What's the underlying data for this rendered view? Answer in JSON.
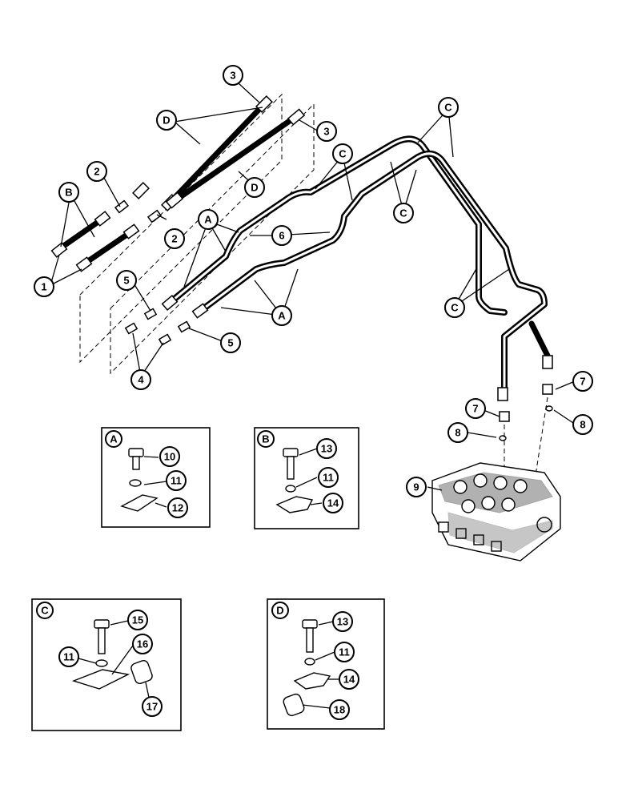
{
  "callouts": {
    "c1": "1",
    "c2": "2",
    "c3": "3",
    "c4": "4",
    "c5": "5",
    "c6": "6",
    "c7": "7",
    "c8": "8",
    "c9": "9",
    "c10": "10",
    "c11": "11",
    "c12": "12",
    "c13": "13",
    "c14": "14",
    "c15": "15",
    "c16": "16",
    "c17": "17",
    "c18": "18",
    "A": "A",
    "B": "B",
    "C": "C",
    "D": "D"
  },
  "detail_boxes": {
    "A": {
      "label": "A",
      "parts": [
        "10",
        "11",
        "12"
      ]
    },
    "B": {
      "label": "B",
      "parts": [
        "13",
        "11",
        "14"
      ]
    },
    "C": {
      "label": "C",
      "parts": [
        "15",
        "11",
        "16",
        "17"
      ]
    },
    "D": {
      "label": "D",
      "parts": [
        "13",
        "11",
        "14",
        "18"
      ]
    }
  },
  "colors": {
    "ink": "#000000",
    "paper": "#ffffff"
  }
}
